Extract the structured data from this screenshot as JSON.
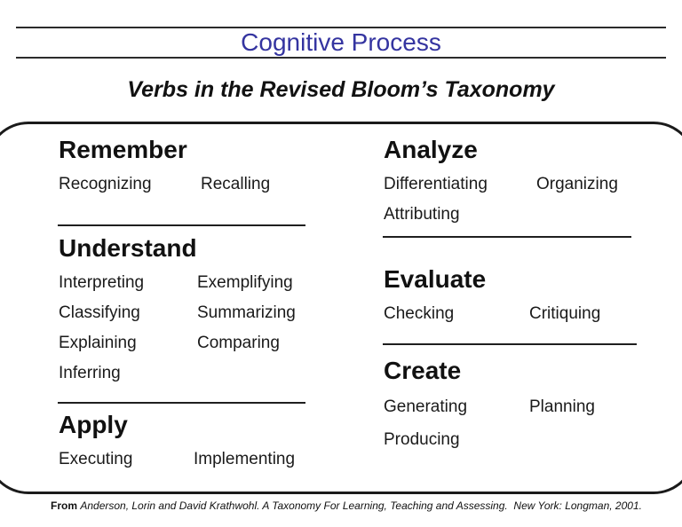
{
  "header": {
    "title": "Cognitive Process",
    "subtitle": "Verbs in the Revised Bloom’s Taxonomy"
  },
  "colors": {
    "title_blue": "#3434A0",
    "text": "#1A1A1A",
    "line": "#2B2B2B"
  },
  "categories": {
    "remember": {
      "title": "Remember",
      "verbs": [
        "Recognizing",
        "Recalling"
      ]
    },
    "understand": {
      "title": "Understand",
      "verbs": [
        "Interpreting",
        "Exemplifying",
        "Classifying",
        "Summarizing",
        "Explaining",
        "Comparing",
        "Inferring"
      ]
    },
    "apply": {
      "title": "Apply",
      "verbs": [
        "Executing",
        "Implementing"
      ]
    },
    "analyze": {
      "title": "Analyze",
      "verbs": [
        "Differentiating",
        "Organizing",
        "Attributing"
      ]
    },
    "evaluate": {
      "title": "Evaluate",
      "verbs": [
        "Checking",
        "Critiquing"
      ]
    },
    "create": {
      "title": "Create",
      "verbs": [
        "Generating",
        "Planning",
        "Producing"
      ]
    }
  },
  "footer": {
    "prefix": "From ",
    "citation": "Anderson, Lorin and David Krathwohl. A Taxonomy For Learning, Teaching and Assessing.  New York: Longman, 2001."
  }
}
